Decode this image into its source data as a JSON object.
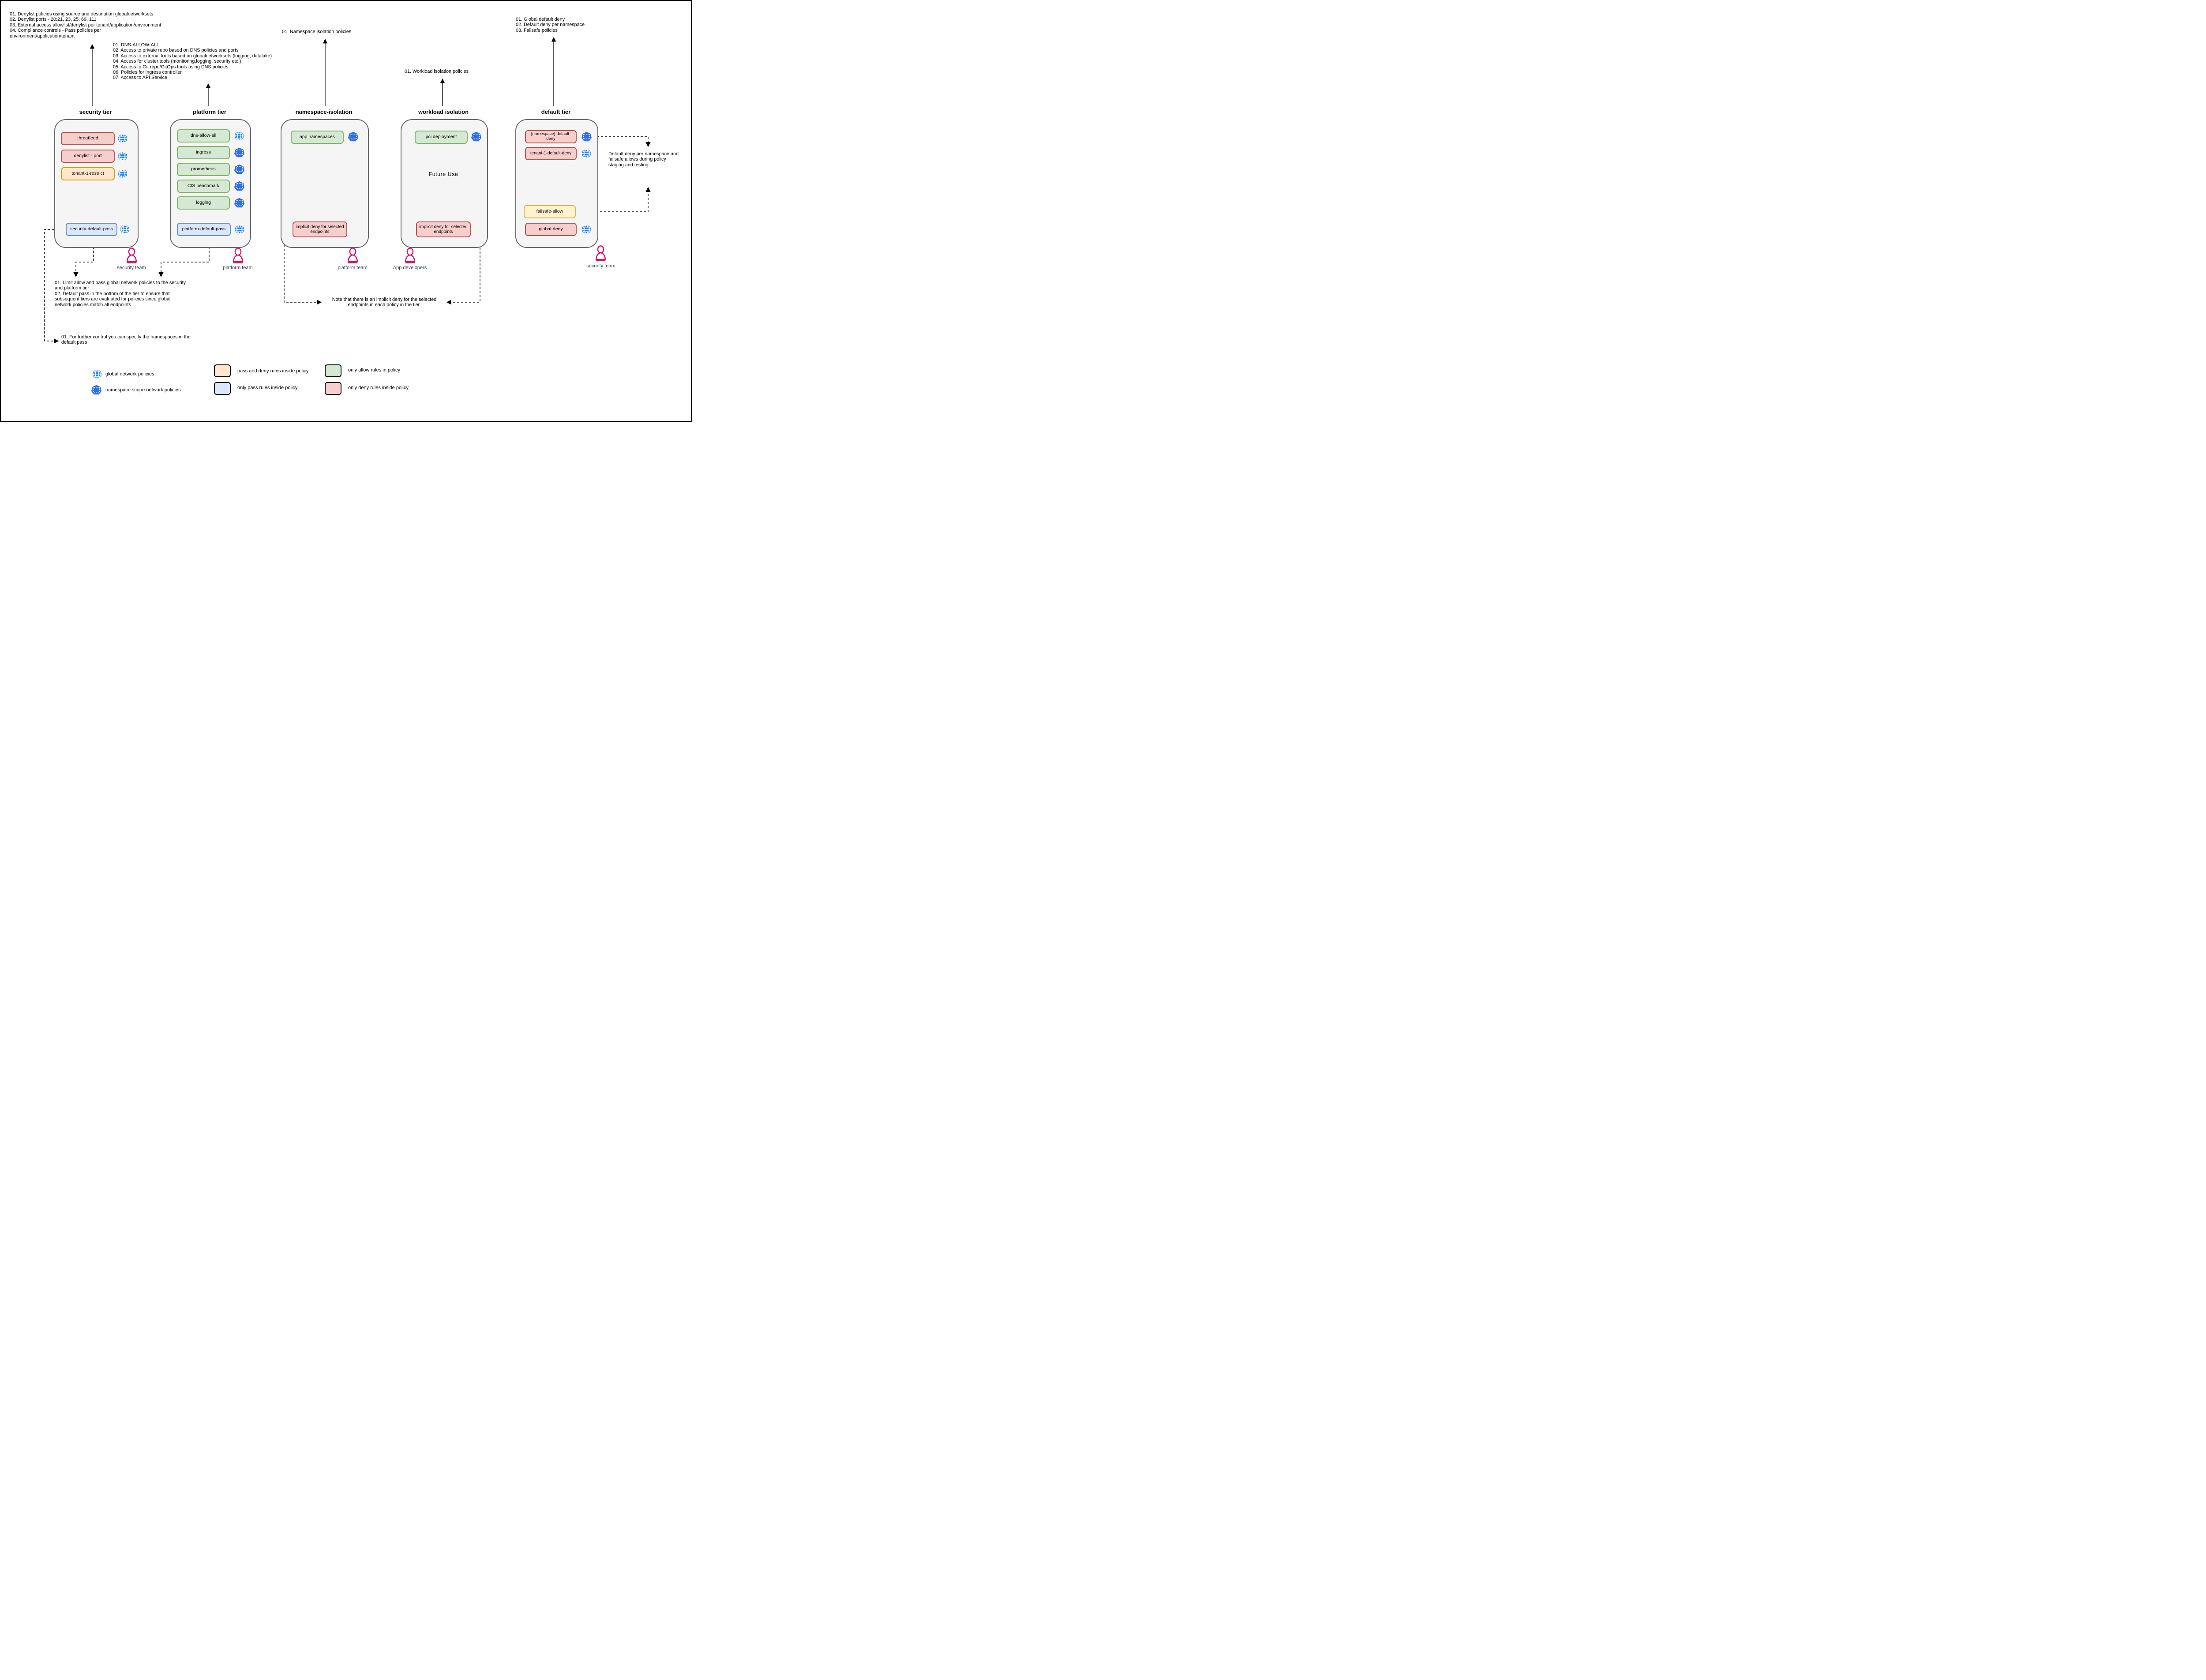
{
  "annotations": {
    "security_list": "01. Denylist policies using source and destination globalnetworksets\n02. Denylist ports - 20:21, 23, 25, 69, 111\n03. External access allowlist/denylist per tenant/application/environment\n04. Compliance controls - Pass policies per\nenvironment/application/tenant",
    "platform_list": "01. DNS-ALLOW-ALL\n02. Access to private repo based on DNS policies and ports\n03. Access to external tools based on globalnetworksets (logging, datalake)\n04. Access for cluster tools (monitoring,logging, security etc.)\n05. Access to Git repo/GitOps tools using DNS policies\n06. Policies for ingress controller\n07. Access to API Service",
    "namespace_label": "01. Namespace isolation policies",
    "workload_label": "01. Workload isolation policies",
    "default_list": "01. Global default deny\n02. Default deny per namespace\n03. Failsafe policies",
    "tier_pass_note": "01. Limit allow and pass global network policies to the security\nand platform tier\n02. Default pass in the bottom of the tier to ensure that\nsubsequent tiers are evaluated for policies since global\nnetwork policies match all endpoints",
    "further_control_note": "01. For further control you can specify the namespaces in the\ndefault pass",
    "implicit_deny_note": "Note that there is an implicit deny for the selected\nendpoints in each policy in the tier.",
    "staging_note": "Default deny per namespace and\nfailsafe allows during policy\nstaging and testing"
  },
  "tiers": [
    {
      "title": "security tier",
      "policies": [
        {
          "label": "threatfeed",
          "rule_type": "only-deny",
          "scope": "global"
        },
        {
          "label": "denylist - port",
          "rule_type": "only-deny",
          "scope": "global"
        },
        {
          "label": "tenant-1-restrict",
          "rule_type": "pass-and-deny",
          "scope": "global"
        },
        {
          "label": "security-default-pass",
          "rule_type": "only-pass",
          "scope": "global"
        }
      ]
    },
    {
      "title": "platform tier",
      "policies": [
        {
          "label": "dns-allow-all",
          "rule_type": "only-allow",
          "scope": "global"
        },
        {
          "label": "ingress",
          "rule_type": "only-allow",
          "scope": "namespace"
        },
        {
          "label": "prometheus",
          "rule_type": "only-allow",
          "scope": "namespace"
        },
        {
          "label": "CIS benchmark",
          "rule_type": "only-allow",
          "scope": "namespace"
        },
        {
          "label": "logging",
          "rule_type": "only-allow",
          "scope": "namespace"
        },
        {
          "label": "platform-default-pass",
          "rule_type": "only-pass",
          "scope": "global"
        }
      ]
    },
    {
      "title": "namespace-isolation",
      "policies": [
        {
          "label": "app namespaces",
          "rule_type": "only-allow",
          "scope": "namespace"
        },
        {
          "label": "implicit deny for selected endpoints",
          "rule_type": "only-deny"
        }
      ]
    },
    {
      "title": "workload isolation",
      "note": "Future Use",
      "policies": [
        {
          "label": "pci deployment",
          "rule_type": "only-allow",
          "scope": "namespace"
        },
        {
          "label": "implicit deny for selected endpoints",
          "rule_type": "only-deny"
        }
      ]
    },
    {
      "title": "default tier",
      "policies": [
        {
          "label": "[namespace]-default-deny",
          "rule_type": "only-deny",
          "scope": "namespace"
        },
        {
          "label": "tenant-1-default-deny",
          "rule_type": "only-deny",
          "scope": "global"
        },
        {
          "label": "failsafe-allow",
          "rule_type": "pass-and-deny",
          "scope": ""
        },
        {
          "label": "global-deny",
          "rule_type": "only-deny",
          "scope": "global"
        }
      ]
    }
  ],
  "teams": [
    "security team",
    "platform team",
    "platform team",
    "App developers",
    "security team"
  ],
  "legend": {
    "global": "global network policies",
    "namespace": "namespace scope network policies",
    "pass_deny": "pass and deny rules inside policy",
    "only_pass": "only pass rules inside policy",
    "only_allow": "only allow rules in policy",
    "only_deny": "only deny rules inside policy"
  },
  "colors": {
    "container_fill": "#F5F5F5",
    "container_stroke": "#666666",
    "deny_fill": "#F8CECC",
    "deny_stroke": "#B85450",
    "pass_deny_fill": "#FFE6CC",
    "pass_deny_stroke": "#D79B00",
    "failsafe_fill": "#FFF2CC",
    "failsafe_stroke": "#D6B656",
    "allow_fill": "#D5E8D4",
    "allow_stroke": "#82B366",
    "pass_fill": "#DAE8FC",
    "pass_stroke": "#6C8EBF",
    "globe_icon": "#1780E8",
    "namespace_icon": "#2F6FDE",
    "person_icon": "#D6146C",
    "team_label": "#2D4356"
  }
}
